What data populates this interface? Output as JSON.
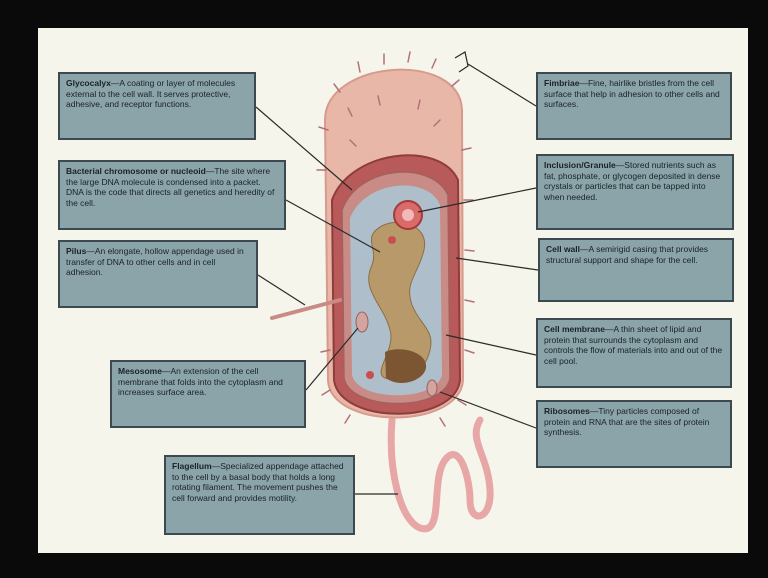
{
  "labels": {
    "glycocalyx": {
      "term": "Glycocalyx",
      "desc": "—A coating or layer of molecules external to the cell wall. It serves protective, adhesive, and receptor functions."
    },
    "chromosome": {
      "term": "Bacterial chromosome or nucleoid",
      "desc": "—The site where the large DNA molecule is condensed into a packet. DNA is the code that directs all genetics and heredity of the cell."
    },
    "pilus": {
      "term": "Pilus",
      "desc": "—An elongate, hollow appendage used in transfer of DNA to other cells and in cell adhesion."
    },
    "mesosome": {
      "term": "Mesosome",
      "desc": "—An extension of the cell membrane that folds into the cytoplasm and increases surface area."
    },
    "flagellum": {
      "term": "Flagellum",
      "desc": "—Specialized appendage attached to the cell by a basal body that holds a long rotating filament. The movement pushes the cell forward and provides motility."
    },
    "fimbriae": {
      "term": "Fimbriae",
      "desc": "—Fine, hairlike bristles from the cell surface that help in adhesion to other cells and surfaces."
    },
    "inclusion": {
      "term": "Inclusion/Granule",
      "desc": "—Stored nutrients such as fat, phosphate, or glycogen deposited in dense crystals or particles that can be tapped into when needed."
    },
    "cellwall": {
      "term": "Cell wall",
      "desc": "—A semirigid casing that provides structural support and shape for the cell."
    },
    "membrane": {
      "term": "Cell membrane",
      "desc": "—A thin sheet of lipid and protein that surrounds the cytoplasm and controls the flow of materials into and out of the cell pool."
    },
    "ribosomes": {
      "term": "Ribosomes",
      "desc": "—Tiny particles composed of protein and RNA that are the sites of protein synthesis."
    }
  },
  "colors": {
    "slide_background": "#f6f5ec",
    "label_fill": "#8aa4aa",
    "label_border": "#3c4a4f",
    "capsule": "#e8b7a8",
    "cell_wall": "#b85a5a",
    "cytoplasm": "#aebfcb",
    "nucleoid": "#b89a6a",
    "flagellum": "#e7a7a7"
  }
}
